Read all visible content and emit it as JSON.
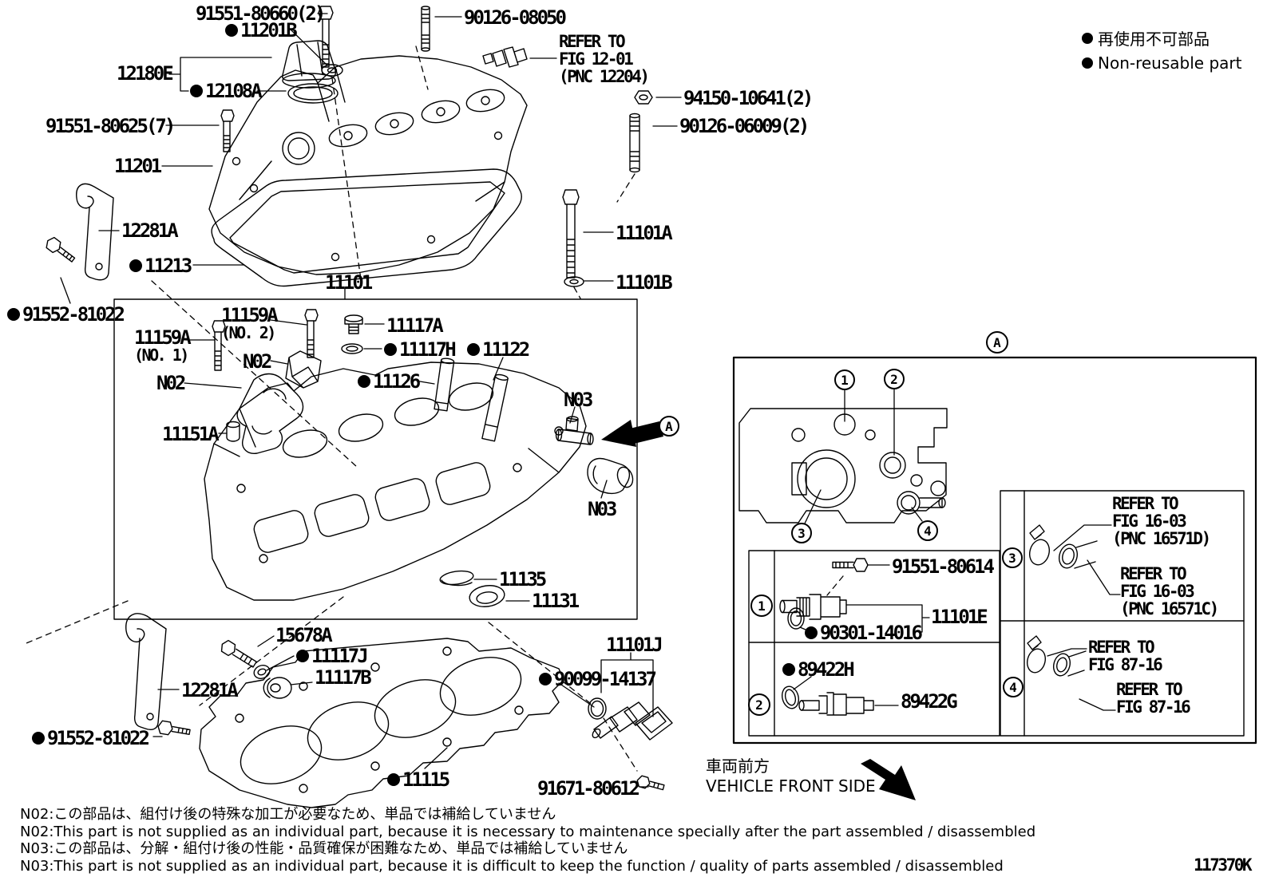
{
  "colors": {
    "line": "#000000",
    "background": "#ffffff"
  },
  "icons": {
    "non_reusable_marker": "filled-circle",
    "view_arrow": "solid-black-arrow"
  },
  "legend": {
    "jp_label": "再使用不可部品",
    "en_label": "Non-reusable part"
  },
  "doc_code": "117370K",
  "vehicle_front": {
    "jp": "車両前方",
    "en": "VEHICLE FRONT SIDE"
  },
  "view_ref": {
    "marker": "A"
  },
  "labels": {
    "bolt_91551_80660": "91551-80660(2)",
    "seal_11201B": "11201B",
    "cap_12180E": "12180E",
    "gasket_12108A": "12108A",
    "bolt_91551_80625": "91551-80625(7)",
    "cover_11201": "11201",
    "bracket_12281A_upper": "12281A",
    "gasket_11213": "11213",
    "bolt_91552_81022_upper": "91552-81022",
    "stud_90126_08050": "90126-08050",
    "refer_fig_12_01": {
      "l1": "REFER TO",
      "l2": "FIG 12-01",
      "l3": "(PNC 12204)"
    },
    "nut_94150_10641": "94150-10641(2)",
    "stud_90126_06009": "90126-06009(2)",
    "bolt_11101A": "11101A",
    "washer_11101B": "11101B",
    "head_11101": "11101",
    "bolt_11159A_no2": {
      "t": "11159A",
      "s": "(NO. 2)"
    },
    "bolt_11159A_no1": {
      "t": "11159A",
      "s": "(NO. 1)"
    },
    "note_n02_a": "N02",
    "note_n02_b": "N02",
    "dowel_11151A": "11151A",
    "plug_11117A": "11117A",
    "gasket_11117H": "11117H",
    "guide_11122": "11122",
    "guide_11126": "11126",
    "note_n03_a": "N03",
    "note_n03_b": "N03",
    "plate_11135": "11135",
    "seal_11131": "11131",
    "union_15678A": "15678A",
    "gasket_11117J": "11117J",
    "plug_11117B": "11117B",
    "bracket_12281A_lower": "12281A",
    "bolt_91552_81022_lower": "91552-81022",
    "gasket_11115": "11115",
    "sensor_11101J": "11101J",
    "oring_90099_14137": "90099-14137",
    "bolt_91671_80612": "91671-80612"
  },
  "panel": {
    "marker": "A",
    "inset_callouts": [
      "1",
      "2",
      "3",
      "4"
    ],
    "row1": {
      "num": "1",
      "bolt": "91551-80614",
      "sensor": "11101E",
      "oring": "90301-14016"
    },
    "row2": {
      "num": "2",
      "oring": "89422H",
      "sensor": "89422G"
    },
    "row3": {
      "num": "3",
      "ref1": {
        "l1": "REFER TO",
        "l2": "FIG 16-03",
        "l3": "(PNC 16571D)"
      },
      "ref2": {
        "l1": "REFER TO",
        "l2": "FIG 16-03",
        "l3": "(PNC 16571C)"
      }
    },
    "row4": {
      "num": "4",
      "ref1": {
        "l1": "REFER TO",
        "l2": "FIG 87-16"
      },
      "ref2": {
        "l1": "REFER TO",
        "l2": "FIG 87-16"
      }
    }
  },
  "notes": [
    "N02:この部品は、組付け後の特殊な加工が必要なため、単品では補給していません",
    "N02:This part is not supplied as an individual part, because it is necessary to maintenance specially after the part assembled / disassembled",
    "N03:この部品は、分解・組付け後の性能・品質確保が困難なため、単品では補給していません",
    "N03:This part is not supplied as an individual part, because it is difficult to keep the function / quality of parts  assembled / disassembled"
  ]
}
